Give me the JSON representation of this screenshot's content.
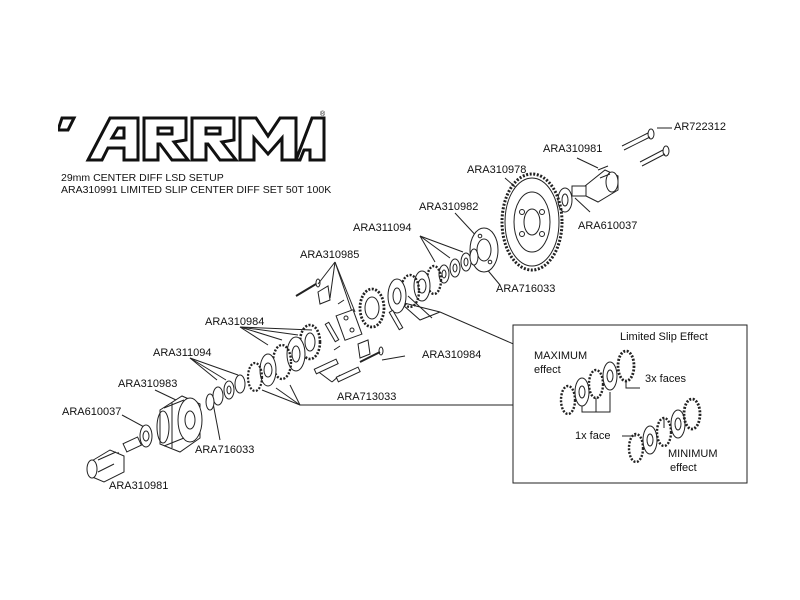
{
  "brand": {
    "logo_text": "ARRMA",
    "logo_icon": "arrma-logo-icon"
  },
  "header": {
    "subtitle_1": "29mm CENTER DIFF LSD SETUP",
    "subtitle_2": "ARA310991 LIMITED SLIP CENTER DIFF SET 50T 100K"
  },
  "parts": {
    "ar722312": "AR722312",
    "ara310981_top": "ARA310981",
    "ara310978": "ARA310978",
    "ara310982": "ARA310982",
    "ara610037_top": "ARA610037",
    "ara311094_top": "ARA311094",
    "ara716033_top": "ARA716033",
    "ara310985": "ARA310985",
    "ara310984_left": "ARA310984",
    "ara310984_right": "ARA310984",
    "ara311094_bottom": "ARA311094",
    "ara713033": "ARA713033",
    "ara310983": "ARA310983",
    "ara610037_bottom": "ARA610037",
    "ara716033_bottom": "ARA716033",
    "ara310981_bottom": "ARA310981"
  },
  "inset": {
    "title": "Limited Slip Effect",
    "maximum": "MAXIMUM",
    "maximum_effect": "effect",
    "three_faces": "3x faces",
    "one_face": "1x face",
    "minimum": "MINIMUM",
    "minimum_effect": "effect"
  }
}
